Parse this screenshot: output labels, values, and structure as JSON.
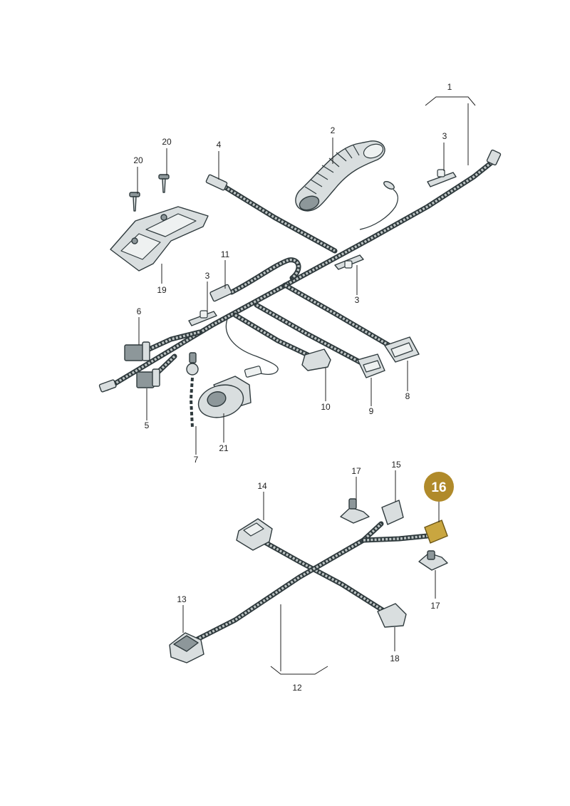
{
  "callouts": {
    "c1": "1",
    "c2": "2",
    "c3a": "3",
    "c3b": "3",
    "c3c": "3",
    "c4": "4",
    "c5": "5",
    "c6": "6",
    "c7": "7",
    "c8": "8",
    "c9": "9",
    "c10": "10",
    "c11": "11",
    "c12": "12",
    "c13": "13",
    "c14": "14",
    "c15": "15",
    "c16": "16",
    "c17a": "17",
    "c17b": "17",
    "c18": "18",
    "c19": "19",
    "c20a": "20",
    "c20b": "20",
    "c21": "21"
  },
  "highlight": {
    "part": "16",
    "color": "#b08a2a"
  },
  "colors": {
    "wire": "#2f3a3d",
    "wire_stripe": "#bcc3c3",
    "part_fill": "#d9dedf"
  }
}
